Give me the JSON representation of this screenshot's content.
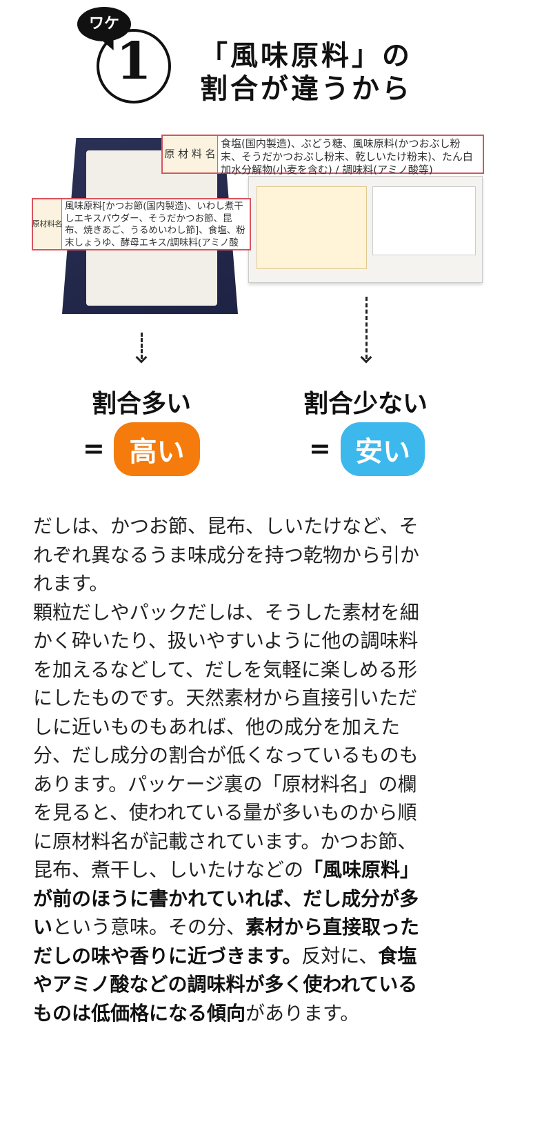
{
  "header": {
    "badge": "ワケ",
    "number": "1",
    "title_line1": "「風味原料」の",
    "title_line2": "割合が違うから"
  },
  "labels": {
    "left": {
      "heading": "原材料名",
      "text": "風味原料[かつお節(国内製造)、いわし煮干しエキスパウダー、そうだかつお節、昆布、焼きあご、うるめいわし節]、食塩、粉末しょうゆ、酵母エキス/調味料(アミノ酸等)、加工でん粉、酸味料、カラメル色素、(一部に小麦・大豆を含む)"
    },
    "right": {
      "heading": "原 材 料 名",
      "text": "食塩(国内製造)、ぶどう糖、風味原料(かつおぶし粉末、そうだかつおぶし粉末、乾しいたけ粉末)、たん白加水分解物(小麦を含む) / 調味料(アミノ酸等)"
    }
  },
  "comparison": {
    "left": {
      "label": "割合多い",
      "equals": "=",
      "result": "高い",
      "color": "#f47b0c"
    },
    "right": {
      "label": "割合少ない",
      "equals": "=",
      "result": "安い",
      "color": "#3db8ec"
    }
  },
  "body_lines": [
    [
      {
        "t": "だしは、かつお節、昆布、しいたけなど、そ"
      }
    ],
    [
      {
        "t": "れぞれ異なるうま味成分を持つ乾物から引か"
      }
    ],
    [
      {
        "t": "れます。"
      }
    ],
    [
      {
        "t": "顆粒だしやパックだしは、そうした素材を細"
      }
    ],
    [
      {
        "t": "かく砕いたり、扱いやすいように他の調味料"
      }
    ],
    [
      {
        "t": "を加えるなどして、だしを気軽に楽しめる形"
      }
    ],
    [
      {
        "t": "にしたものです。天然素材から直接引いただ"
      }
    ],
    [
      {
        "t": "しに近いものもあれば、他の成分を加えた"
      }
    ],
    [
      {
        "t": "分、だし成分の割合が低くなっているものも"
      }
    ],
    [
      {
        "t": "あります。パッケージ裏の「原材料名」の欄"
      }
    ],
    [
      {
        "t": "を見ると、使われている量が多いものから順"
      }
    ],
    [
      {
        "t": "に原材料名が記載されています。かつお節、"
      }
    ],
    [
      {
        "t": "昆布、煮干し、しいたけなどの"
      },
      {
        "t": "「風味原料」",
        "b": true
      }
    ],
    [
      {
        "t": "が前のほうに書かれていれば、だし成分が多",
        "b": true
      }
    ],
    [
      {
        "t": "い",
        "b": true
      },
      {
        "t": "という意味。その分、"
      },
      {
        "t": "素材から直接取った",
        "b": true
      }
    ],
    [
      {
        "t": "だしの味や香りに近づきます。",
        "b": true
      },
      {
        "t": "反対に、"
      },
      {
        "t": "食塩",
        "b": true
      }
    ],
    [
      {
        "t": "やアミノ酸などの調味料が多く使われている",
        "b": true
      }
    ],
    [
      {
        "t": "ものは低価格になる傾向",
        "b": true
      },
      {
        "t": "があります。"
      }
    ]
  ]
}
